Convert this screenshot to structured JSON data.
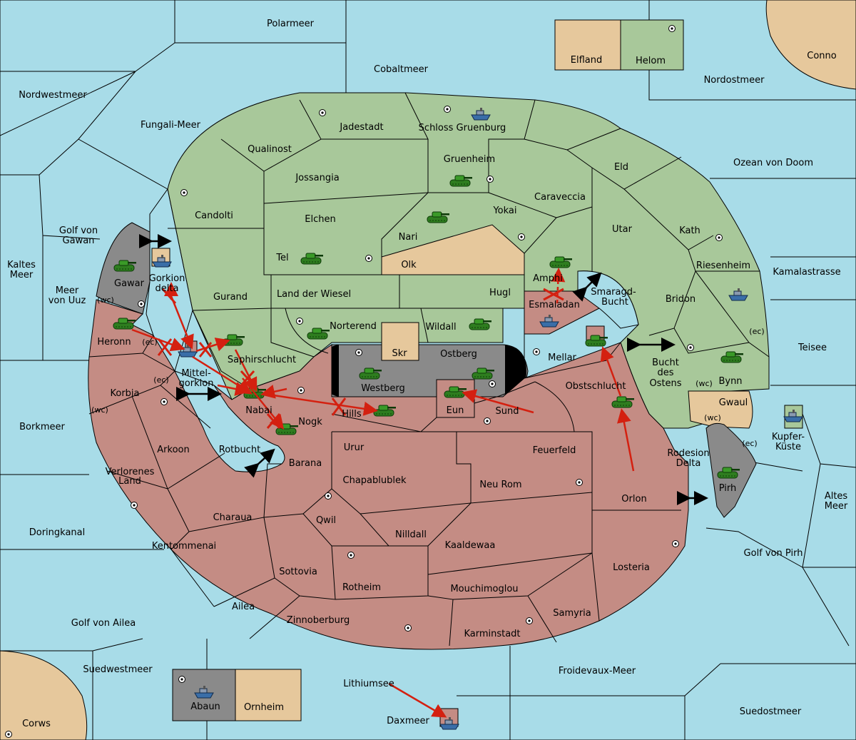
{
  "colors": {
    "sea": "#a8dce8",
    "green_power": "#a8c89a",
    "red_power": "#c48c84",
    "neutral": "#e6c89c",
    "grey_power": "#8a8a8a",
    "order_arrow": "#d42010"
  },
  "icons": {
    "army": "tank-icon",
    "fleet": "ship-icon",
    "supply": "supply-center-icon"
  },
  "labels": {
    "polarmeer": "Polarmeer",
    "elfland": "Elfland",
    "helom": "Helom",
    "conno": "Conno",
    "cobaltmeer": "Cobaltmeer",
    "nordostmeer": "Nordostmeer",
    "nordwestmeer": "Nordwestmeer",
    "fungali": "Fungali-Meer",
    "jadestadt": "Jadestadt",
    "schloss": "Schloss Gruenburg",
    "qualinost": "Qualinost",
    "gruenheim": "Gruenheim",
    "eld": "Eld",
    "ozean": "Ozean von Doom",
    "jossangia": "Jossangia",
    "caraveccia": "Caraveccia",
    "candolti": "Candolti",
    "elchen": "Elchen",
    "yokai": "Yokai",
    "utar": "Utar",
    "kath": "Kath",
    "golf_gawan_1": "Golf von",
    "golf_gawan_2": "Gawan",
    "nari": "Nari",
    "kaltes_1": "Kaltes",
    "kaltes_2": "Meer",
    "tel": "Tel",
    "olk": "Olk",
    "riesenheim": "Riesenheim",
    "kamala": "Kamalastrasse",
    "gawar": "Gawar",
    "gorkion_1": "Gorkion",
    "gorkion_2": "delta",
    "amphi": "Amphi",
    "meer_uuz_1": "Meer",
    "meer_uuz_2": "von Uuz",
    "gurand": "Gurand",
    "land_wiesel": "Land der Wiesel",
    "hugl": "Hugl",
    "smaragd_1": "Smaragd-",
    "smaragd_2": "Bucht",
    "bridon": "Bridon",
    "esmaladan": "Esmaladan",
    "norterend": "Norterend",
    "wildall": "Wildall",
    "heronn": "Heronn",
    "teisee": "Teisee",
    "skr": "Skr",
    "ostberg": "Ostberg",
    "mellar": "Mellar",
    "saphir": "Saphirschlucht",
    "bucht_ostens_1": "Bucht",
    "bucht_ostens_2": "des",
    "bucht_ostens_3": "Ostens",
    "mittel_1": "Mittel-",
    "mittel_2": "gorkion",
    "bynn": "Bynn",
    "westberg": "Westberg",
    "obstschlucht": "Obstschlucht",
    "korbia": "Korbia",
    "gwaul": "Gwaul",
    "nabai": "Nabai",
    "hills": "Hills",
    "eun": "Eun",
    "sund": "Sund",
    "kupfer_1": "Kupfer-",
    "kupfer_2": "Küste",
    "borkmeer": "Borkmeer",
    "nogk": "Nogk",
    "arkoon": "Arkoon",
    "rotbucht": "Rotbucht",
    "urur": "Urur",
    "feuerfeld": "Feuerfeld",
    "rodesion_1": "Rodesion",
    "rodesion_2": "Delta",
    "verloren_1": "Verlorenes",
    "verloren_2": "Land",
    "barana": "Barana",
    "chapa": "Chapablublek",
    "neu_rom": "Neu Rom",
    "pirh": "Pirh",
    "altes_1": "Altes",
    "altes_2": "Meer",
    "orlon": "Orlon",
    "charaua": "Charaua",
    "qwil": "Qwil",
    "doringkanal": "Doringkanal",
    "nilldall": "Nilldall",
    "kaaldewaa": "Kaaldewaa",
    "kentommenai": "Kentommenai",
    "golf_pirh": "Golf von Pirh",
    "losteria": "Losteria",
    "sottovia": "Sottovia",
    "rotheim": "Rotheim",
    "mouchimoglou": "Mouchimoglou",
    "ailea": "Ailea",
    "samyria": "Samyria",
    "zinnoberburg": "Zinnoberburg",
    "golf_ailea": "Golf von Ailea",
    "karminstadt": "Karminstadt",
    "suedwestmeer": "Suedwestmeer",
    "froidevaux": "Froidevaux-Meer",
    "lithiumsee": "Lithiumsee",
    "abaun": "Abaun",
    "ornheim": "Ornheim",
    "suedostmeer": "Suedostmeer",
    "daxmeer": "Daxmeer",
    "corws": "Corws",
    "wc": "(wc)",
    "ec": "(ec)"
  }
}
